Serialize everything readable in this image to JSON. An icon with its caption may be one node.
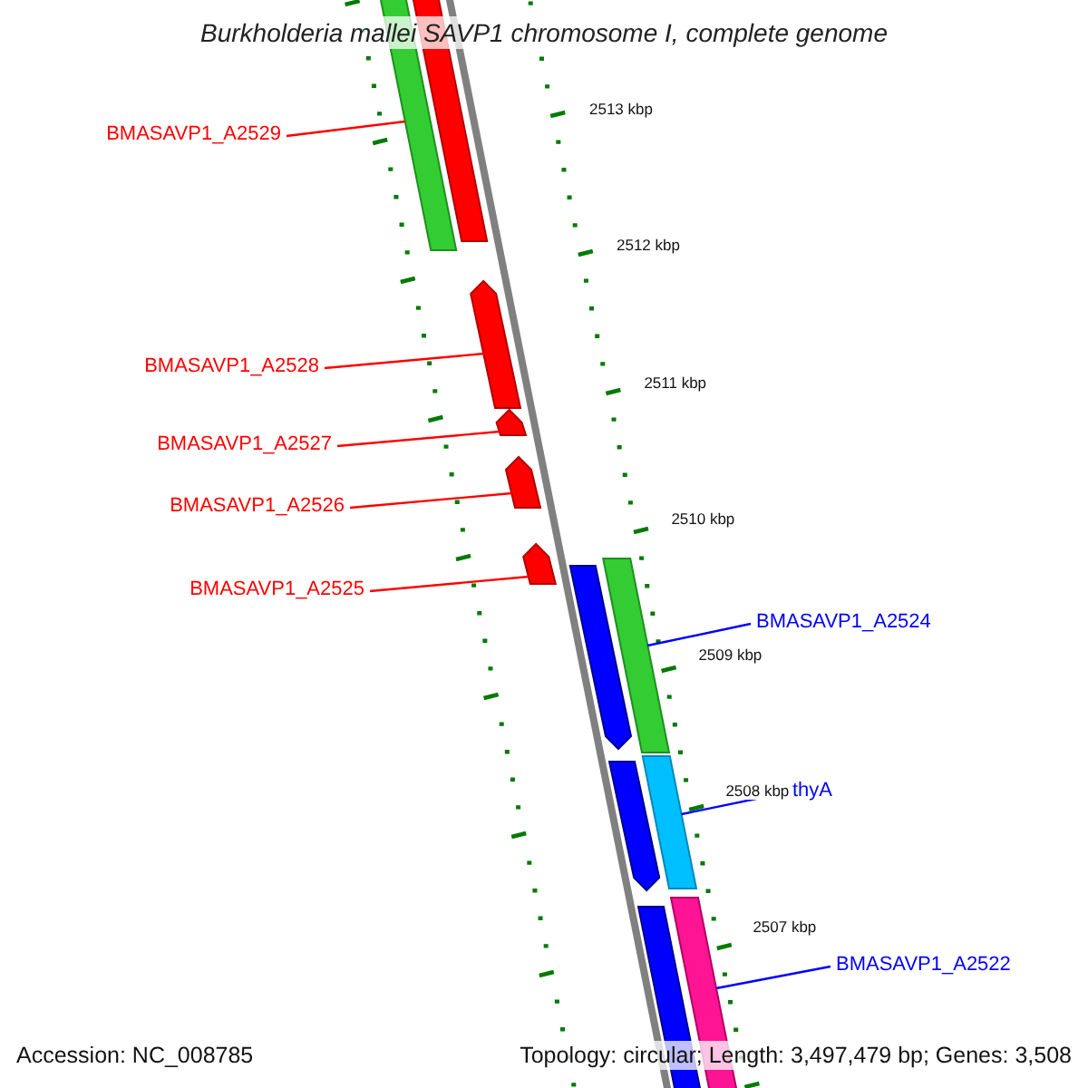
{
  "diagram": {
    "title": "Burkholderia mallei SAVP1 chromosome I, complete genome",
    "nodes": [
      {
        "text": [
          "BMASAVP1_A2529"
        ]
      },
      {
        "text": [],
        "shape": "bar"
      },
      {
        "text": [],
        "shape": "bar"
      },
      {
        "text": [
          "BMASAVP1_A2528"
        ]
      },
      {
        "text": [],
        "shape": "bar"
      },
      {
        "text": [
          "BMASAVP1_A2527"
        ]
      },
      {
        "text": [],
        "shape": "bar"
      },
      {
        "text": [
          "BMASAVP1_A2526"
        ]
      },
      {
        "text": [],
        "shape": "bar"
      },
      {
        "text": [
          "BMASAVP1_A2525"
        ]
      },
      {
        "text": [],
        "shape": "bar"
      },
      {
        "text": [],
        "shape": "bar"
      },
      {
        "text": [],
        "shape": "bar"
      },
      {
        "text": [
          "BMASAVP1_A2524"
        ]
      },
      {
        "text": [],
        "shape": "bar"
      },
      {
        "text": [],
        "shape": "bar"
      },
      {
        "text": [
          "thyA"
        ]
      },
      {
        "text": [],
        "shape": "bar"
      },
      {
        "text": [],
        "shape": "bar"
      },
      {
        "text": [
          "BMASAVP1_A2522"
        ]
      }
    ],
    "edges": [
      {
        "from": 0,
        "to": 1,
        "arrow": "none"
      },
      {
        "from": 3,
        "to": 4,
        "arrow": "none"
      },
      {
        "from": 5,
        "to": 6,
        "arrow": "none"
      },
      {
        "from": 7,
        "to": 8,
        "arrow": "none"
      },
      {
        "from": 9,
        "to": 10,
        "arrow": "none"
      },
      {
        "from": 13,
        "to": 12,
        "arrow": "none",
        "color": "#0000ff"
      },
      {
        "from": 16,
        "to": 15,
        "arrow": "none",
        "color": "#0000ff"
      },
      {
        "from": 19,
        "to": 18,
        "arrow": "none",
        "color": "#0000ff"
      }
    ],
    "labels": [
      "2513 kbp",
      "2512 kbp",
      "2511 kbp",
      "2510 kbp",
      "2509 kbp",
      "2508 kbp",
      "2507 kbp",
      "Accession: NC_008785",
      "Topology: circular; Length: 3,497,479 bp; Genes: 3,508"
    ]
  }
}
